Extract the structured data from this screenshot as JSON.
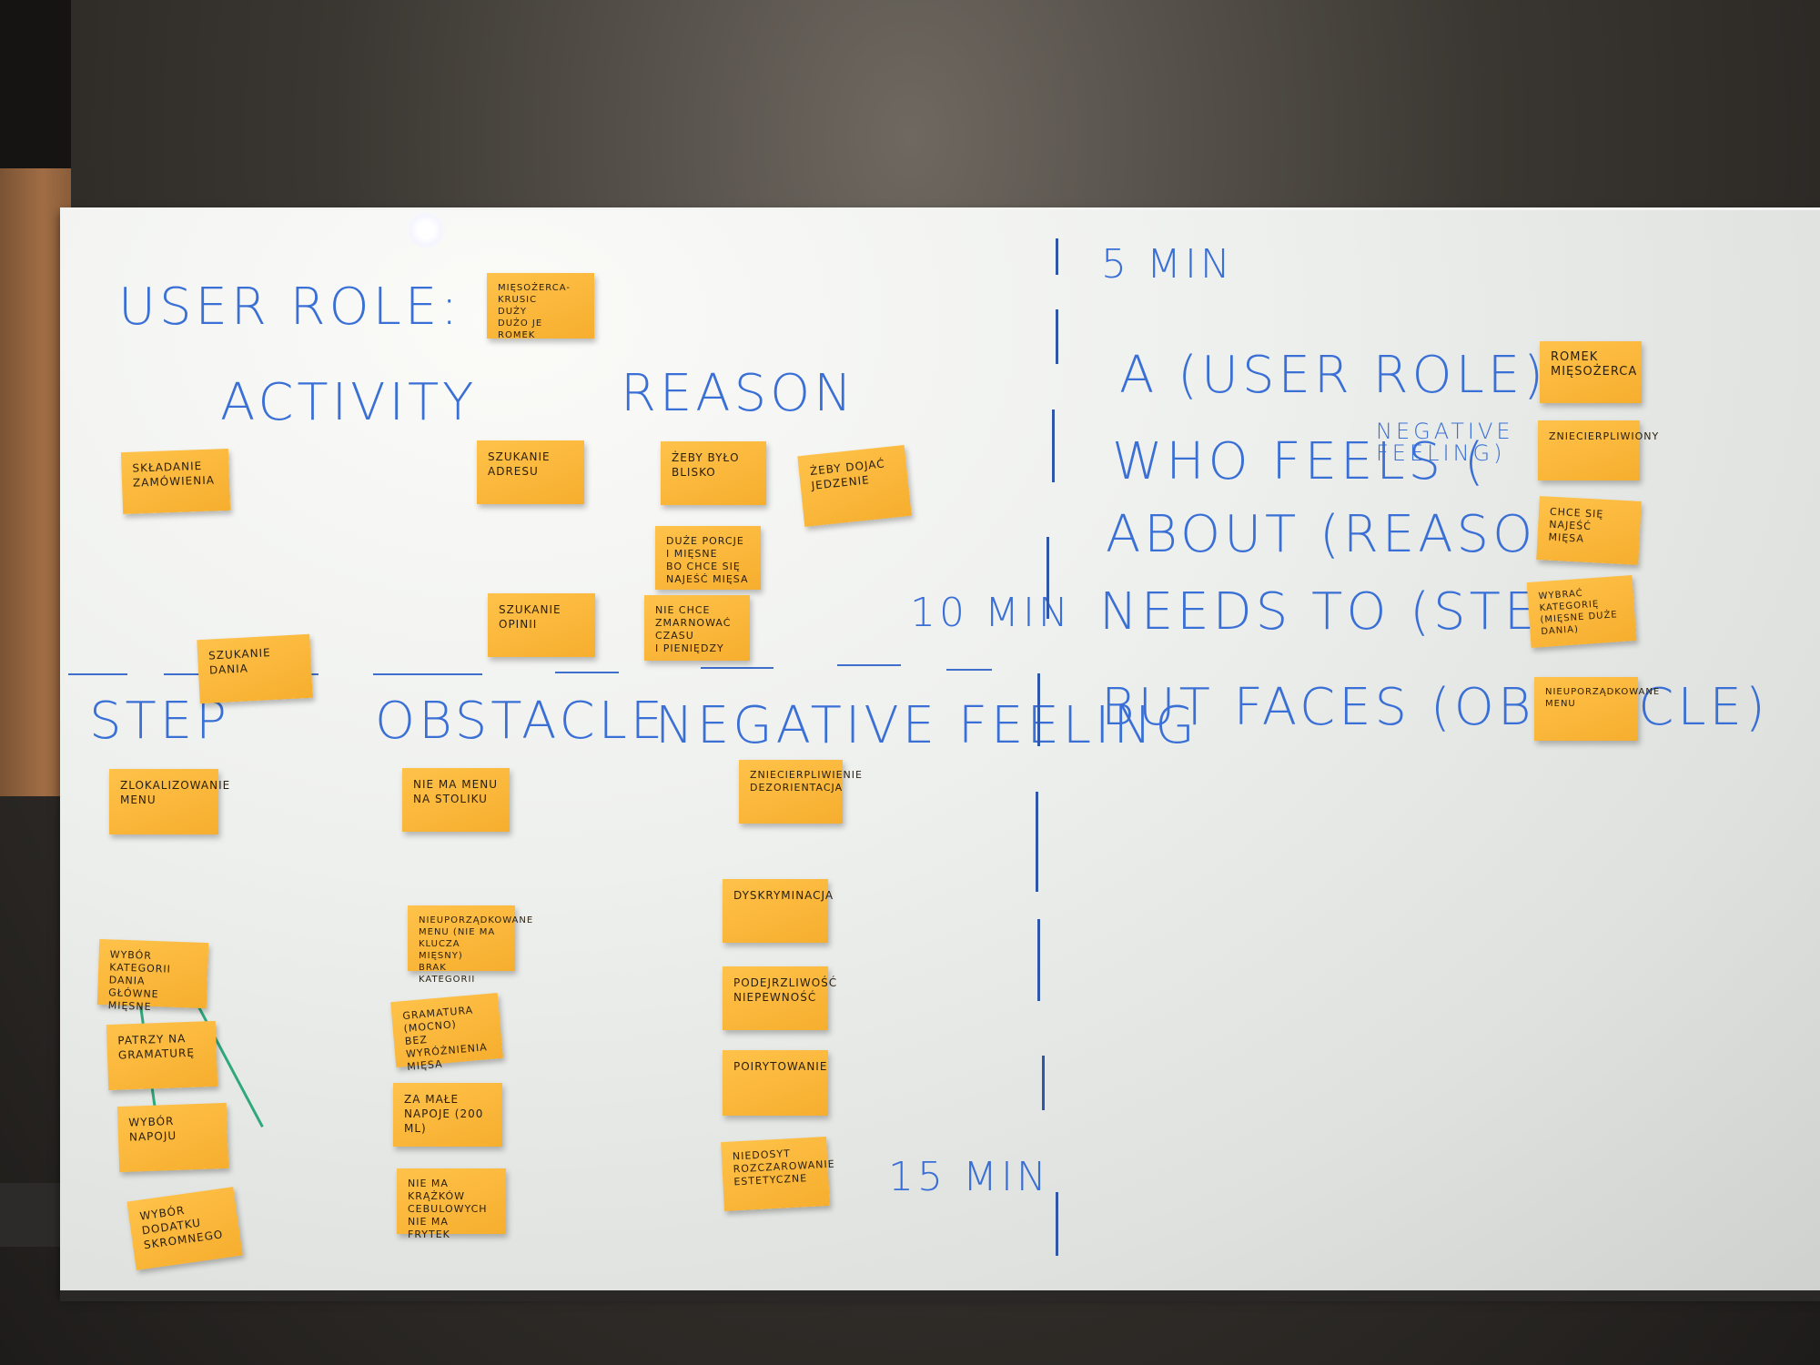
{
  "board": {
    "headings": {
      "user_role": "USER ROLE:",
      "activity": "ACTIVITY",
      "reason": "REASON",
      "step": "STEP",
      "obstacle": "OBSTACLE",
      "negative_feeling": "NEGATIVE FEELING",
      "ten_min": "10 MIN",
      "fifteen_min": "15 MIN",
      "five_min": "5 MIN"
    },
    "template": {
      "line1": "A (USER ROLE)",
      "line2": "WHO FEELS (",
      "line2_small": "NEGATIVE\nFEELING)",
      "line3": "ABOUT (REASON)",
      "line4": "NEEDS TO (STEP)",
      "line5": "BUT FACES (OBSTACLE)"
    },
    "notes": {
      "user_role": "MIĘSOŻERCA-KRUSIC\nDUŻY\nDUŻO JE\nROMEK",
      "activity_1": "SKŁADANIE\nZAMÓWIENIA",
      "activity_2": "SZUKANIE ADRESU",
      "activity_3": "SZUKANIE\nOPINII",
      "activity_4": "SZUKANIE\nDANIA",
      "reason_1": "ŻEBY BYŁO BLISKO",
      "reason_2": "ŻEBY DOJAĆ\nJEDZENIE",
      "reason_3": "DUŻE PORCJE\nI MIĘSNE\nBO CHCE SIĘ\nNAJEŚĆ MIĘSA",
      "reason_4": "NIE CHCE\nZMARNOWAĆ CZASU\nI PIENIĘDZY",
      "step_1": "ZLOKALIZOWANIE\nMENU",
      "step_2": "WYBÓR KATEGORII\nDANIA GŁÓWNE MIĘSNE",
      "step_3": "PATRZY NA\nGRAMATURĘ",
      "step_4": "WYBÓR\nNAPOJU",
      "step_5": "WYBÓR\nDODATKU\nSKROMNEGO",
      "obstacle_1": "NIE MA MENU\nNA STOLIKU",
      "obstacle_2": "NIEUPORZĄDKOWANE\nMENU (NIE MA\nKLUCZA MIĘSNY)\nBRAK KATEGORII",
      "obstacle_3": "GRAMATURA (MOCNO)\nBEZ WYRÓŻNIENIA\nMIĘSA",
      "obstacle_4": "ZA MAŁE\nNAPOJE (200 ML)",
      "obstacle_5": "NIE MA\nKRĄŻKÓW CEBULOWYCH\nNIE MA FRYTEK",
      "negative_1": "ZNIECIERPLIWIENIE\nDEZORIENTACJA",
      "negative_2": "DYSKRYMINACJA",
      "negative_3": "PODEJRZLIWOŚĆ\nNIEPEWNOŚĆ",
      "negative_4": "POIRYTOWANIE",
      "negative_5": "NIEDOSYT\nROZCZAROWANIE\nESTETYCZNE",
      "right_1": "ROMEK\nMIĘSOŻERCA",
      "right_2": "ZNIECIERPLIWIONY",
      "right_3": "CHCE SIĘ\nNAJEŚĆ MIĘSA",
      "right_4": "WYBRAĆ\nKATEGORIĘ\n(MIĘSNE DUŻE\nDANIA)",
      "right_5": "NIEUPORZĄDKOWANE\nMENU"
    }
  }
}
